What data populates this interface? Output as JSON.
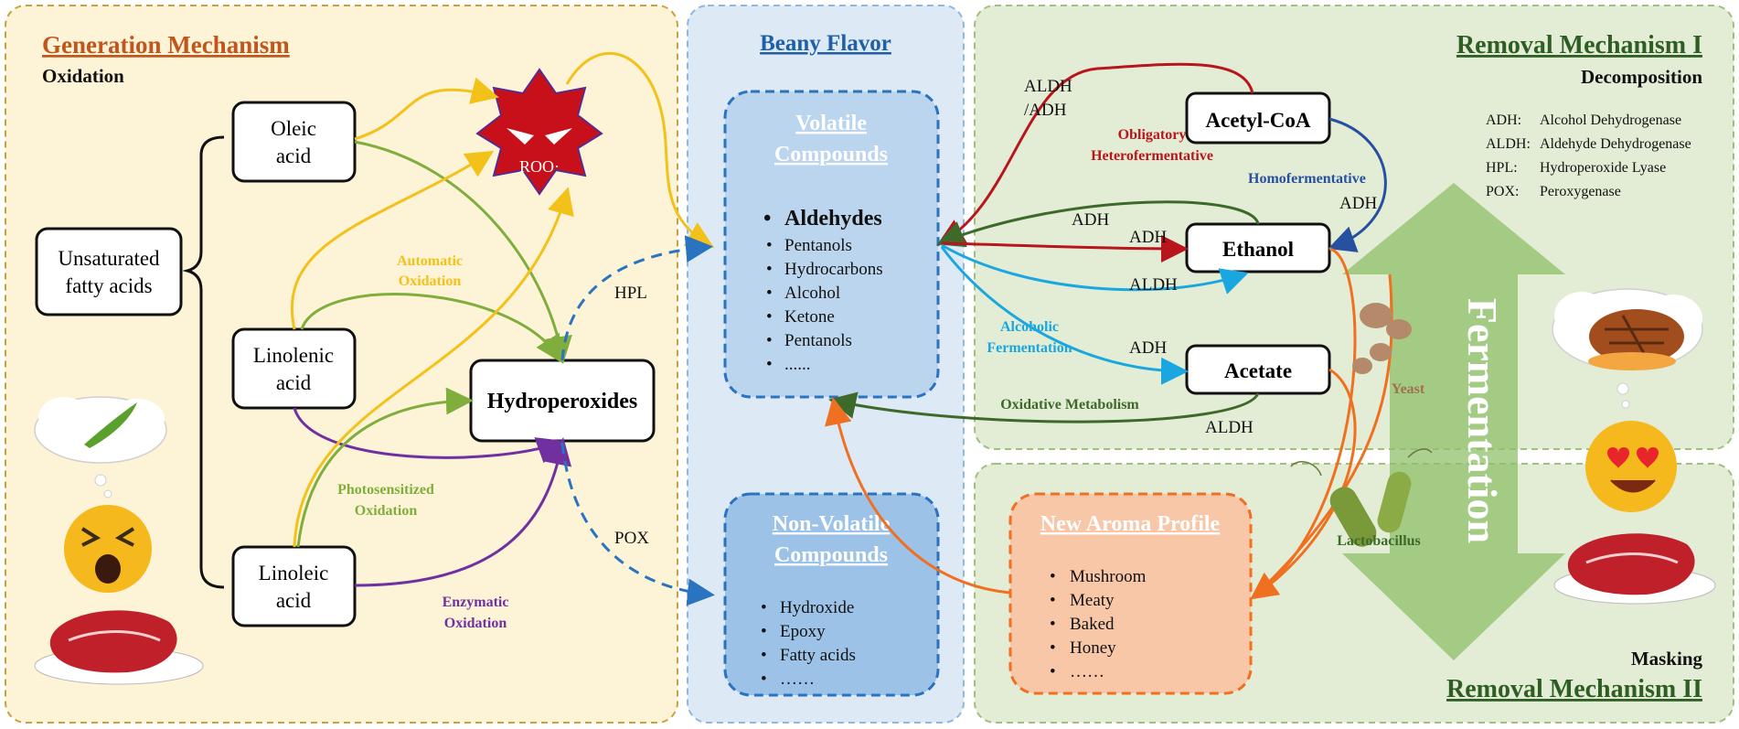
{
  "panels": {
    "generation": {
      "title": "Generation Mechanism",
      "subtitle": "Oxidation"
    },
    "beany": {
      "title": "Beany Flavor"
    },
    "removal1": {
      "title": "Removal Mechanism I",
      "subtitle": "Decomposition"
    },
    "removal2": {
      "title": "Removal Mechanism II",
      "subtitle": "Masking"
    }
  },
  "nodes": {
    "unsaturated": [
      "Unsaturated",
      "fatty acids"
    ],
    "oleic": [
      "Oleic",
      "acid"
    ],
    "linolenic": [
      "Linolenic",
      "acid"
    ],
    "linoleic": [
      "Linoleic",
      "acid"
    ],
    "hydroperoxides": "Hydroperoxides",
    "roo": "ROO·",
    "acetyl": "Acetyl-CoA",
    "ethanol": "Ethanol",
    "acetate": "Acetate"
  },
  "volatile": {
    "title": [
      "Volatile",
      "Compounds"
    ],
    "lead": "Aldehydes",
    "items": [
      "Pentanols",
      "Hydrocarbons",
      "Alcohol",
      "Ketone",
      "Pentanols",
      "......"
    ]
  },
  "nonvolatile": {
    "title": [
      "Non-Volatile",
      "Compounds"
    ],
    "items": [
      "Hydroxide",
      "Epoxy",
      "Fatty acids",
      "……"
    ]
  },
  "aroma": {
    "title": "New Aroma Profile",
    "items": [
      "Mushroom",
      "Meaty",
      "Baked",
      "Honey",
      "……"
    ]
  },
  "labels": {
    "automatic": [
      "Automatic",
      "Oxidation"
    ],
    "photosensitized": [
      "Photosensitized",
      "Oxidation"
    ],
    "enzymatic": [
      "Enzymatic",
      "Oxidation"
    ],
    "hpl": "HPL",
    "pox": "POX",
    "aldh_adh": [
      "ALDH",
      "/ADH"
    ],
    "obligatory": [
      "Obligatory",
      "Heterofermentative"
    ],
    "homofermentative": "Homofermentative",
    "adh_right": "ADH",
    "adh_1": "ADH",
    "adh_2": "ADH",
    "aldh_1": "ALDH",
    "alcoholic": [
      "Alcoholic",
      "Fermentation"
    ],
    "adh_3": "ADH",
    "oxidative": "Oxidative Metabolism",
    "aldh_2": "ALDH",
    "yeast": "Yeast",
    "lactobacillus": "Lactobacillus",
    "fermentation": "Fermentation"
  },
  "abbreviations": [
    {
      "abbr": "ADH:",
      "full": "Alcohol Dehydrogenase"
    },
    {
      "abbr": "ALDH:",
      "full": "Aldehyde Dehydrogenase"
    },
    {
      "abbr": "HPL:",
      "full": "Hydroperoxide Lyase"
    },
    {
      "abbr": "POX:",
      "full": "Peroxygenase"
    }
  ],
  "colors": {
    "orange_title": "#c0561d",
    "blue_title": "#1f5fa8",
    "green_title": "#2f5e24",
    "yellow_arrow": "#f2c21a",
    "green_arrow": "#7fae3c",
    "purple_arrow": "#7030a0",
    "red_arrow": "#b8161c",
    "dark_green_arrow": "#3d6a2a",
    "cyan_arrow": "#1aa7e0",
    "navy_arrow": "#2850a0",
    "orange_arrow": "#f07021"
  }
}
